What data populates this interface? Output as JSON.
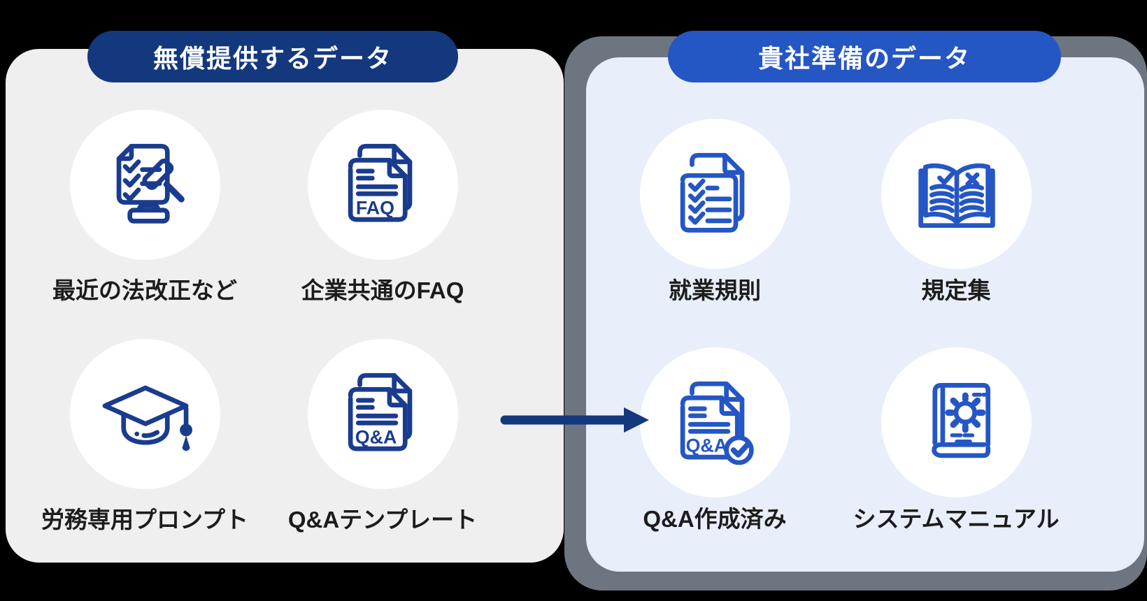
{
  "colors": {
    "background": "#000000",
    "left_panel_bg": "#EFEFEF",
    "left_header_bg": "#14387E",
    "left_icon": "#1A3C8F",
    "right_panel_bg": "#E8EEFA",
    "right_panel_border": "#6D7581",
    "right_header_bg": "#2456C4",
    "right_icon": "#2456C4",
    "arrow": "#14387E",
    "label_text": "#1C1C1C",
    "header_text": "#FFFFFF",
    "icon_circle_bg": "#FFFFFF"
  },
  "left_panel": {
    "header": "無償提供するデータ",
    "items": [
      {
        "label": "最近の法改正など",
        "icon": "law-gavel-document-icon"
      },
      {
        "label": "企業共通のFAQ",
        "icon": "faq-documents-icon",
        "icon_text": "FAQ"
      },
      {
        "label": "労務専用プロンプト",
        "icon": "graduation-cap-icon"
      },
      {
        "label": "Q&Aテンプレート",
        "icon": "qa-documents-icon",
        "icon_text": "Q&A"
      }
    ]
  },
  "right_panel": {
    "header": "貴社準備のデータ",
    "items": [
      {
        "label": "就業規則",
        "icon": "checklist-documents-icon"
      },
      {
        "label": "規定集",
        "icon": "open-book-check-icon"
      },
      {
        "label": "Q&A作成済み",
        "icon": "qa-documents-check-icon",
        "icon_text": "Q&A"
      },
      {
        "label": "システムマニュアル",
        "icon": "manual-gear-book-icon"
      }
    ]
  },
  "arrow": {
    "direction": "right"
  }
}
